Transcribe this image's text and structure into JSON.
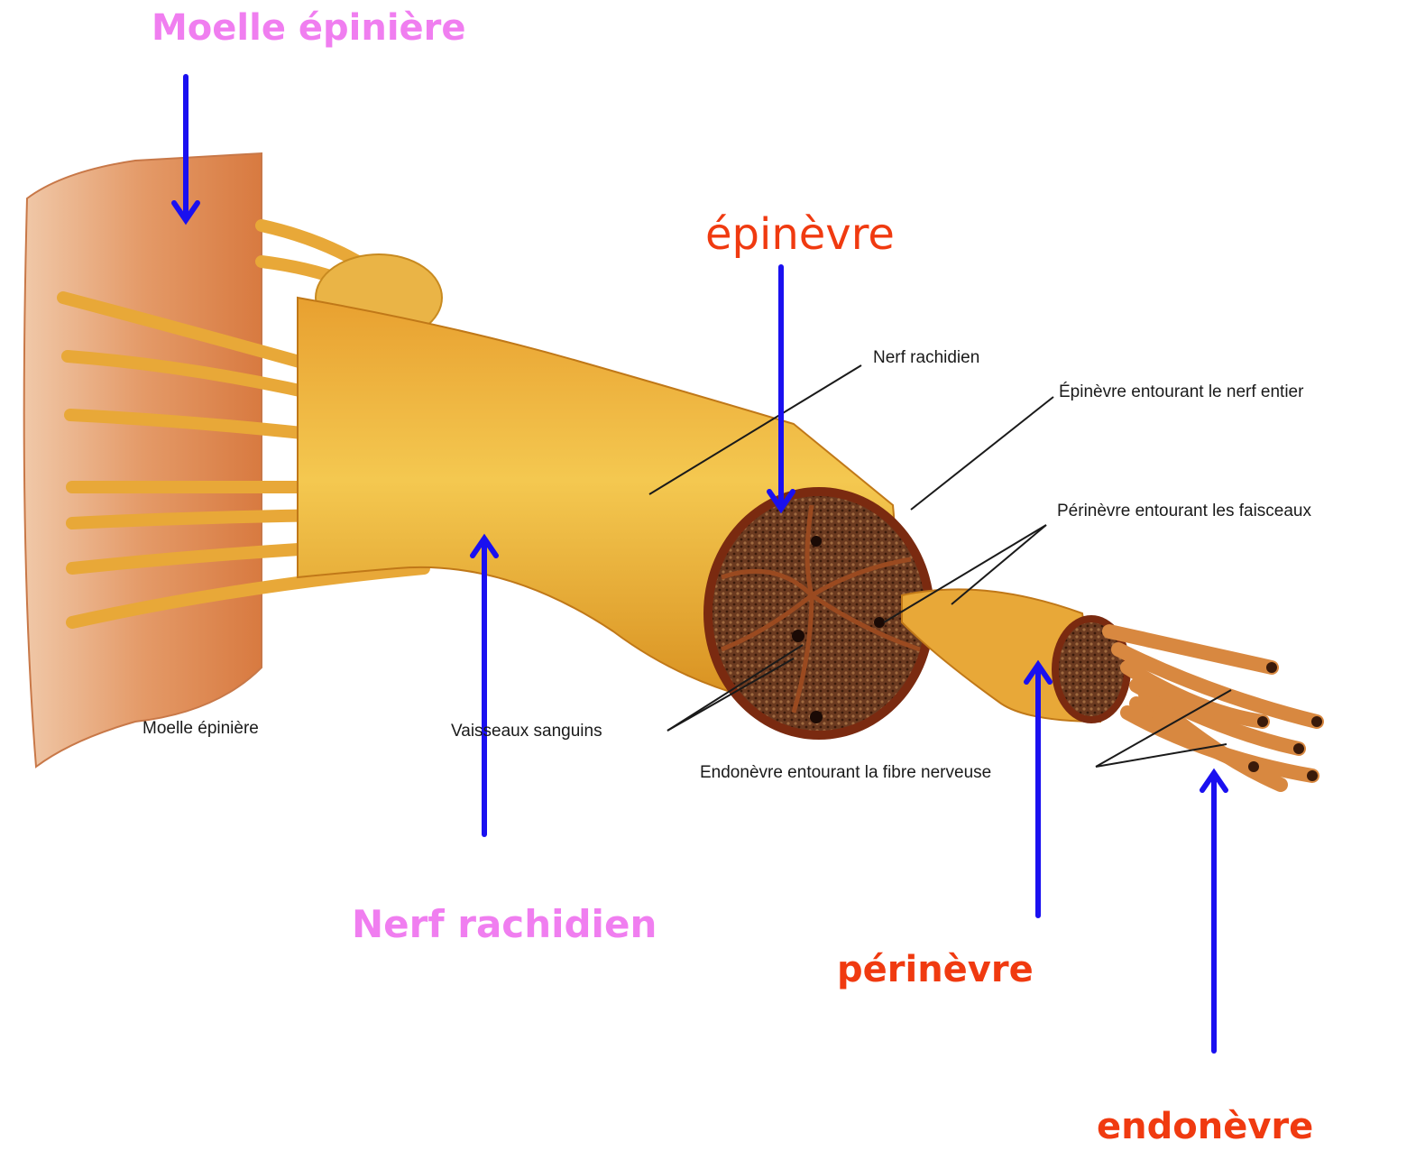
{
  "colors": {
    "pink_label": "#f07ef0",
    "red_label": "#f03a10",
    "arrow": "#1a10f0",
    "leader": "#1a1a1a",
    "nerve_light": "#f0c040",
    "nerve_mid": "#e0a020",
    "nerve_dark": "#b86a10",
    "cord": "#e08a50",
    "section": "#7a2a10",
    "section_fill": "#6b3a20"
  },
  "labels": {
    "moelle_epiniere": "Moelle épinière",
    "epinevre": "épinèvre",
    "nerf_rachidien": "Nerf rachidien",
    "perinevre": "périnèvre",
    "endonevre": "endonèvre"
  },
  "figure_labels": {
    "moelle_epiniere": "Moelle épinière",
    "nerf_rachidien": "Nerf rachidien",
    "epinevre": "Épinèvre entourant le nerf entier",
    "perinevre": "Périnèvre entourant les faisceaux",
    "vaisseaux": "Vaisseaux sanguins",
    "endonevre": "Endonèvre entourant la fibre nerveuse"
  }
}
